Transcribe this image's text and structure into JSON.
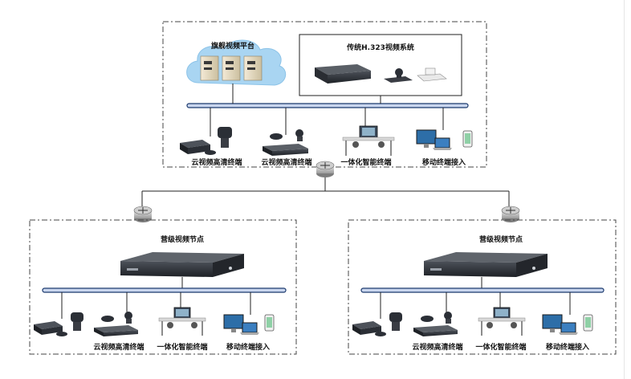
{
  "top": {
    "cloud_label": "旗舰视频平台",
    "legacy_label": "传统H.323视频系统",
    "terminals": [
      {
        "label": "云视频高清终端"
      },
      {
        "label": "云视频高清终端"
      },
      {
        "label": "一体化智能终端"
      },
      {
        "label": "移动终端接入"
      }
    ]
  },
  "nodes": [
    {
      "title": "营级视频节点",
      "terminals": [
        {
          "label": "云视频高清终端"
        },
        {
          "label": "一体化智能终端"
        },
        {
          "label": "移动终端接入"
        }
      ]
    },
    {
      "title": "营级视频节点",
      "terminals": [
        {
          "label": "云视频高清终端"
        },
        {
          "label": "一体化智能终端"
        },
        {
          "label": "移动终端接入"
        }
      ]
    }
  ],
  "colors": {
    "bus": "#1c3a6e",
    "bus_fill": "#c9d6ee",
    "cloud": "#a9d5f2",
    "device_dark": "#2b2f36",
    "router": "#8f8f8f"
  }
}
